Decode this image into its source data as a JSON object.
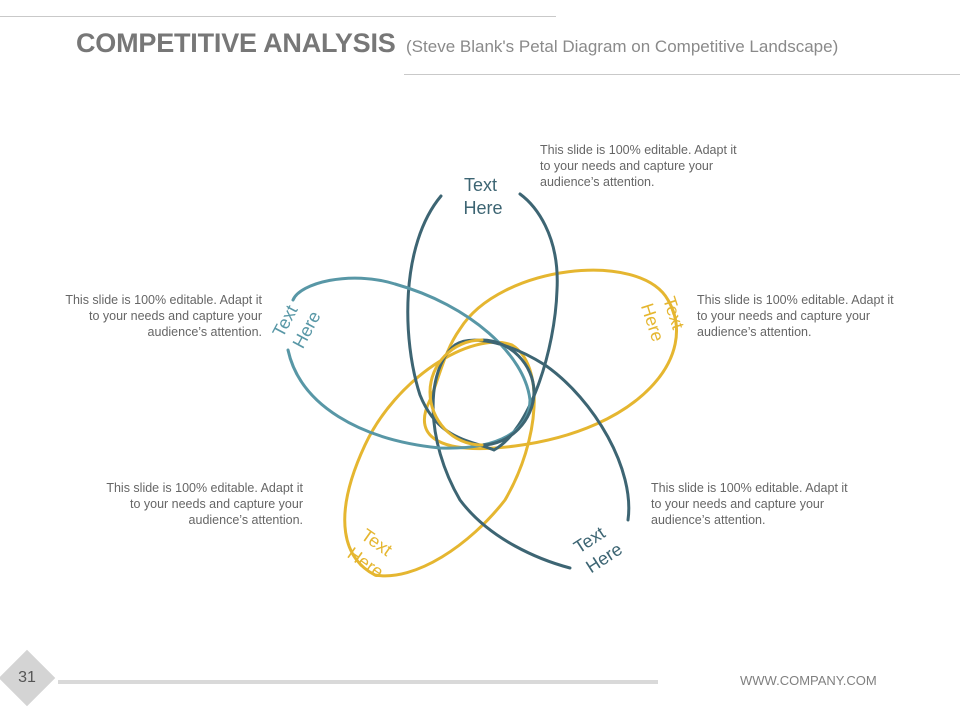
{
  "header": {
    "title": "COMPETITIVE ANALYSIS",
    "subtitle": "(Steve Blank's Petal Diagram on Competitive Landscape)"
  },
  "colors": {
    "dark_teal": "#3d6573",
    "light_teal": "#5897a6",
    "gold": "#e5b630",
    "caption_text": "#666666",
    "title_text": "#777777"
  },
  "petals": [
    {
      "label_line1": "Text",
      "label_line2": "Here",
      "color": "dark_teal"
    },
    {
      "label_line1": "Text",
      "label_line2": "Here",
      "color": "gold"
    },
    {
      "label_line1": "Text",
      "label_line2": "Here",
      "color": "dark_teal"
    },
    {
      "label_line1": "Text",
      "label_line2": "Here",
      "color": "gold"
    },
    {
      "label_line1": "Text",
      "label_line2": "Here",
      "color": "light_teal"
    }
  ],
  "captions": {
    "top": "This slide is 100% editable. Adapt it to your needs and capture your audience’s attention.",
    "upper_left": "This slide is 100% editable. Adapt it to your needs and capture your audience’s attention.",
    "upper_right": "This slide is 100% editable. Adapt it to your needs and capture your audience’s attention.",
    "lower_left": "This slide is 100% editable. Adapt it to your needs and capture your audience’s attention.",
    "lower_right": "This slide is 100% editable. Adapt it to your needs and capture your audience’s attention."
  },
  "footer": {
    "page_number": "31",
    "url": "WWW.COMPANY.COM"
  }
}
